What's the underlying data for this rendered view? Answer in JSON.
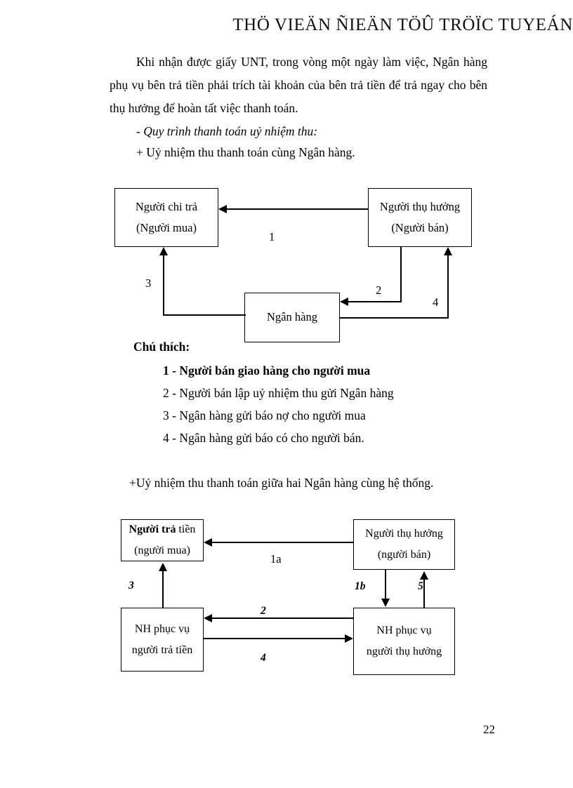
{
  "header": {
    "watermark": "THÖ VIEÄN ÑIEÄN TÖÛ TRÖÏC TUYEÁN"
  },
  "body": {
    "paragraph_1": "Khi nhận được giấy UNT, trong vòng một ngày làm việc, Ngân hàng phụ vụ bên trả tiền phải trích tài khoản của bên trả tiền để trả ngay cho bên thụ hưởng để hoàn tất việc thanh toán.",
    "subheading_italic": "- Quy trình thanh toán uỷ nhiệm thu:",
    "bullet_1": "+ Uỷ nhiệm thu thanh toán cùng Ngân hàng.",
    "bullet_2": "+Uỷ nhiệm thu thanh toán giữa hai Ngân hàng cùng hệ thống."
  },
  "diagram_1": {
    "boxes": [
      {
        "id": "payer",
        "line1": "Người chi trả",
        "line2": "(Người mua)"
      },
      {
        "id": "beneficiary",
        "line1": "Người thụ hưởng",
        "line2": "(Người bán)"
      },
      {
        "id": "bank",
        "line1": "Ngân hàng",
        "line2": ""
      }
    ],
    "edge_labels": [
      "1",
      "2",
      "3",
      "4"
    ]
  },
  "legend": {
    "title": "Chú thích:",
    "items": [
      "1 - Người bán giao hàng cho người mua",
      "2 - Người bán lập uỷ nhiệm thu gửi Ngân hàng",
      "3 - Ngân hàng gửi báo nợ cho người mua",
      "4 - Ngân hàng gửi báo có cho người bán."
    ]
  },
  "diagram_2": {
    "boxes": [
      {
        "id": "payer",
        "line1_bold": "Người trả",
        "line1_rest": " tiền",
        "line2": "(người mua)"
      },
      {
        "id": "beneficiary",
        "line1": "Người thụ hưởng",
        "line2": "(người bán)"
      },
      {
        "id": "payer_bank",
        "line1": "NH phục vụ",
        "line2": "người trả tiền"
      },
      {
        "id": "beneficiary_bank",
        "line1": "NH phục vụ",
        "line2": "người thụ hưởng"
      }
    ],
    "edge_labels": [
      "1a",
      "1b",
      "2",
      "3",
      "4",
      "5"
    ]
  },
  "footer": {
    "page_number": "22"
  }
}
